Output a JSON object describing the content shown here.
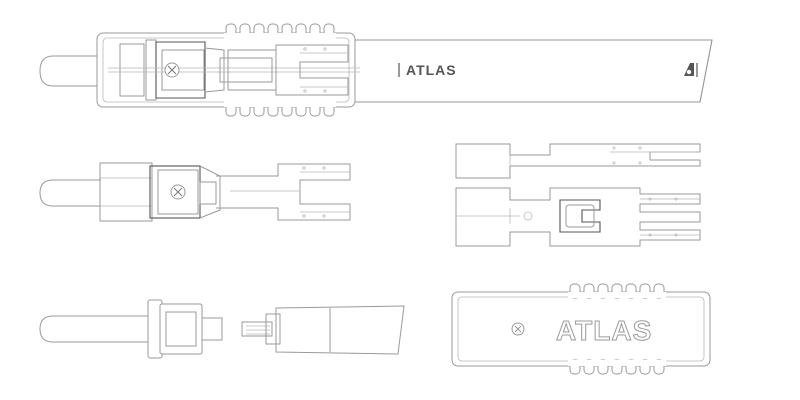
{
  "brand": {
    "name": "ATLAS",
    "color": "#555555",
    "line_color": "#9a9a9a"
  },
  "views": [
    {
      "id": "assembled",
      "label_text": "ATLAS"
    },
    {
      "id": "no-shell"
    },
    {
      "id": "terminal-blanks"
    },
    {
      "id": "exploded"
    },
    {
      "id": "shell",
      "label_text": "ATLAS"
    }
  ]
}
